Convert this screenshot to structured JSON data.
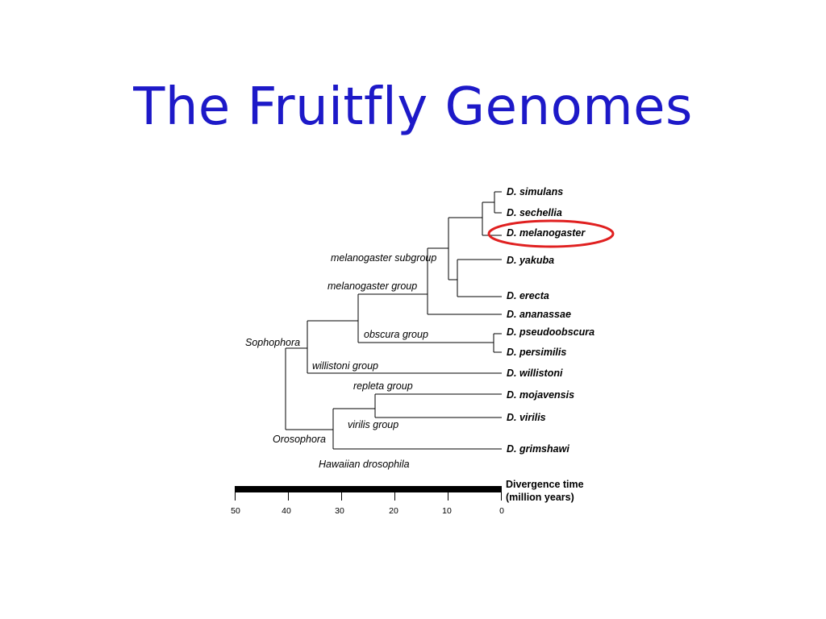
{
  "slide": {
    "title": "The Fruitfly Genomes"
  },
  "species": [
    "D. simulans",
    "D. sechellia",
    "D. melanogaster",
    "D. yakuba",
    "D. erecta",
    "D. ananassae",
    "D. pseudoobscura",
    "D. persimilis",
    "D. willistoni",
    "D. mojavensis",
    "D. virilis",
    "D. grimshawi"
  ],
  "highlighted_species": "D. melanogaster",
  "highlight_color": "#e02020",
  "title_color": "#1d19c8",
  "groups": {
    "melanogaster_subgroup": "melanogaster subgroup",
    "melanogaster_group": "melanogaster group",
    "obscura_group": "obscura group",
    "sophophora": "Sophophora",
    "willistoni_group": "willistoni group",
    "repleta_group": "repleta group",
    "virilis_group": "virilis group",
    "orosophora": "Orosophora",
    "hawaiian_drosophila": "Hawaiian drosophila"
  },
  "axis": {
    "title_line1": "Divergence time",
    "title_line2": "(million years)",
    "ticks": [
      "50",
      "40",
      "30",
      "20",
      "10",
      "0"
    ]
  }
}
